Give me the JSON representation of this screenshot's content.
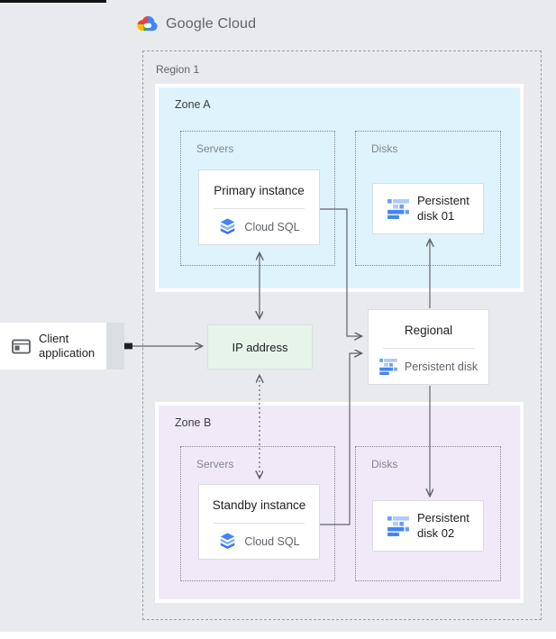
{
  "header": {
    "logo_text": "Google Cloud",
    "logo_icon": "google-cloud-logo"
  },
  "region": {
    "label": "Region 1"
  },
  "zones": [
    {
      "label": "Zone A",
      "servers_label": "Servers",
      "disks_label": "Disks",
      "instance": {
        "title": "Primary instance",
        "product": "Cloud SQL",
        "icon": "cloud-sql-icon"
      },
      "disk": {
        "title": "Persistent disk 01",
        "icon": "persistent-disk-icon"
      }
    },
    {
      "label": "Zone B",
      "servers_label": "Servers",
      "disks_label": "Disks",
      "instance": {
        "title": "Standby instance",
        "product": "Cloud SQL",
        "icon": "cloud-sql-icon"
      },
      "disk": {
        "title": "Persistent disk 02",
        "icon": "persistent-disk-icon"
      }
    }
  ],
  "client": {
    "label": "Client application",
    "icon": "client-application-icon"
  },
  "ip_address": {
    "label": "IP address"
  },
  "regional_disk": {
    "title": "Regional",
    "subtitle": "Persistent disk",
    "icon": "persistent-disk-icon"
  },
  "colors": {
    "background": "#e8eaed",
    "zone_a_fill": "#dff3fd",
    "zone_b_fill": "#f0e9f8",
    "ip_fill": "#e6f4ea",
    "arrow": "#5f6368",
    "google_blue": "#4285f4",
    "google_red": "#ea4335",
    "google_yellow": "#fbbc04",
    "google_green": "#34a853",
    "disk_icon_light_blue": "#aecbfa",
    "disk_icon_mid_blue": "#669df6"
  }
}
